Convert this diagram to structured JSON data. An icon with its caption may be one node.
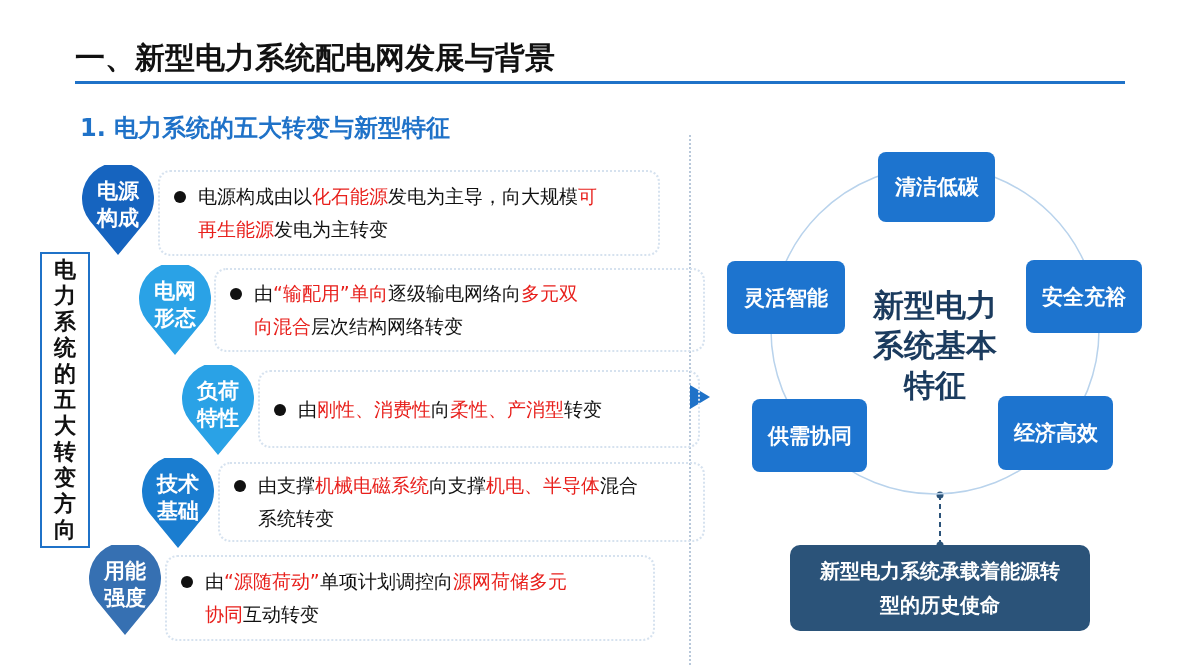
{
  "diagram": {
    "title": "一、新型电力系统配电网发展与背景",
    "nodes": [
      {
        "text": [
          "电力系统的五大转变方向"
        ]
      },
      {
        "text": [
          "电源构成"
        ]
      },
      {
        "text": [
          "电源构成由以**化石能源**发电为主导，向大规模**可再生能源**发电为主转变"
        ]
      },
      {
        "text": [
          "电网形态"
        ]
      },
      {
        "text": [
          "由**“输配用”单向**逐级输电网络向**多元双向混合**层次结构网络转变"
        ]
      },
      {
        "text": [
          "负荷特性"
        ]
      },
      {
        "text": [
          "由**刚性、消费性**向**柔性、产消型**转变"
        ]
      },
      {
        "text": [
          "技术基础"
        ]
      },
      {
        "text": [
          "由支撑**机械电磁系统**向支撑**机电、半导体**混合系统转变"
        ]
      },
      {
        "text": [
          "用能强度"
        ]
      },
      {
        "text": [
          "由**“源随荷动”**单项计划调控向**源网荷储多元协同**互动转变"
        ]
      },
      {
        "text": [
          "新型电力系统基本特征"
        ]
      },
      {
        "text": [
          "清洁低碳"
        ]
      },
      {
        "text": [
          "安全充裕"
        ]
      },
      {
        "text": [
          "经济高效"
        ]
      },
      {
        "text": [
          "供需协同"
        ]
      },
      {
        "text": [
          "灵活智能"
        ]
      },
      {
        "text": [
          "新型电力系统承载着能源转型的历史使命"
        ]
      }
    ],
    "edges": [
      {
        "from": 11,
        "to": 17,
        "arrow": "other",
        "style": "dashed"
      }
    ],
    "labels": [
      "1. 电力系统的五大转变与新型特征"
    ]
  }
}
